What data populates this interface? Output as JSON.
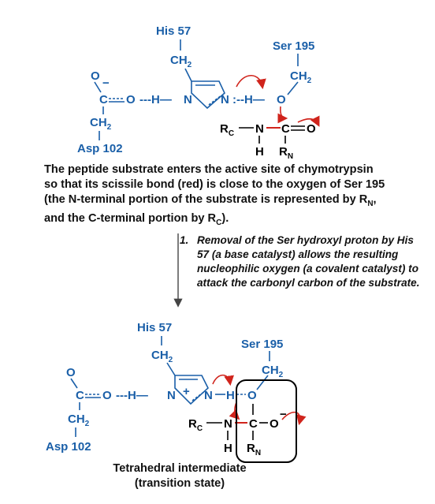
{
  "top": {
    "his_label": "His 57",
    "ser_label": "Ser 195",
    "asp_label": "Asp 102",
    "ch2": "CH",
    "ch2_sub": "2",
    "rc": "R",
    "rc_sub": "C",
    "rn": "R",
    "rn_sub": "N"
  },
  "caption": {
    "line1": "The peptide substrate enters the active site of chymotrypsin",
    "line2": "so that its scissile bond (red) is close to the oxygen of Ser 195",
    "line3a": "(the N-terminal portion of the substrate is represented by R",
    "line3sub": "N",
    "line3b": ",",
    "line4a": "and the C-terminal portion by R",
    "line4sub": "C",
    "line4b": ")."
  },
  "step": {
    "number": "1.",
    "text": "Removal of the Ser hydroxyl proton by His 57 (a base catalyst) allows the resulting nucleophilic oxygen (a covalent catalyst) to attack the carbonyl carbon of the substrate."
  },
  "bottom": {
    "his_label": "His 57",
    "ser_label": "Ser 195",
    "asp_label": "Asp 102",
    "title_line1": "Tetrahedral intermediate",
    "title_line2": "(transition state)"
  },
  "colors": {
    "enzyme_blue": "#1a5fa8",
    "scissile_red": "#d0241c",
    "substrate_black": "#000000"
  }
}
